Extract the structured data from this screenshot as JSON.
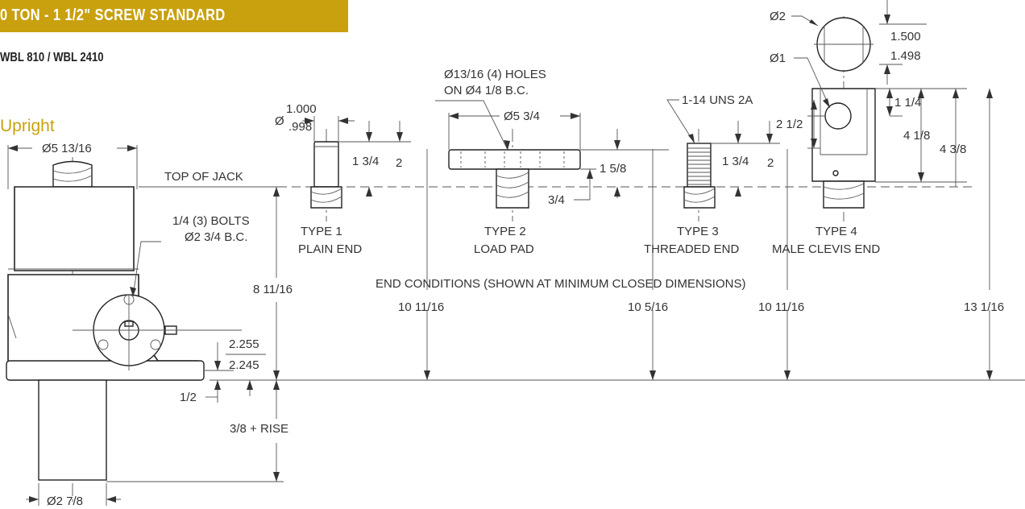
{
  "header": {
    "title": "0 TON - 1 1/2\" SCREW STANDARD",
    "model": "WBL 810 / WBL 2410"
  },
  "colors": {
    "accent": "#c9a00e",
    "line": "#222222",
    "text": "#333333"
  },
  "labels": {
    "upright": "Upright",
    "top_of_jack": "TOP OF JACK",
    "bolts_line1": "1/4 (3) BOLTS",
    "bolts_line2": "Ø2 3/4 B.C.",
    "holes_line1": "Ø13/16 (4) HOLES",
    "holes_line2": "ON Ø4 1/8 B.C.",
    "thread_spec": "1-14 UNS 2A",
    "end_conditions": "END CONDITIONS (SHOWN AT MINIMUM CLOSED DIMENSIONS)",
    "rise": "3/8 + RISE"
  },
  "types": [
    {
      "name": "TYPE 1",
      "desc": "PLAIN END"
    },
    {
      "name": "TYPE 2",
      "desc": "LOAD PAD"
    },
    {
      "name": "TYPE 3",
      "desc": "THREADED END"
    },
    {
      "name": "TYPE 4",
      "desc": "MALE CLEVIS END"
    }
  ],
  "dimensions": {
    "body_dia": "Ø5 13/16",
    "base_dia": "Ø2 7/8",
    "body_height": "8 11/16",
    "shaft_dim_top": "2.255",
    "shaft_dim_bottom": "2.245",
    "half": "1/2",
    "t1_dia_symbol": "Ø",
    "t1_dia_top": "1.000",
    "t1_dia_bottom": ".998",
    "t1_h1": "1 3/4",
    "t1_h2": "2",
    "t2_pad_dia": "Ø5 3/4",
    "t2_h": "1 5/8",
    "t2_pad_thk": "3/4",
    "t3_h1": "1 3/4",
    "t3_h2": "2",
    "t4_pin_dia": "Ø1",
    "t4_top_dia": "Ø2",
    "t4_tol_top": "1.500",
    "t4_tol_bottom": "1.498",
    "t4_h1": "2 1/2",
    "t4_h2": "1 1/4",
    "t4_h3": "4 1/8",
    "t4_h4": "4 3/8",
    "total_1": "10 11/16",
    "total_2": "10 5/16",
    "total_3": "10 11/16",
    "total_4": "13 1/16"
  }
}
